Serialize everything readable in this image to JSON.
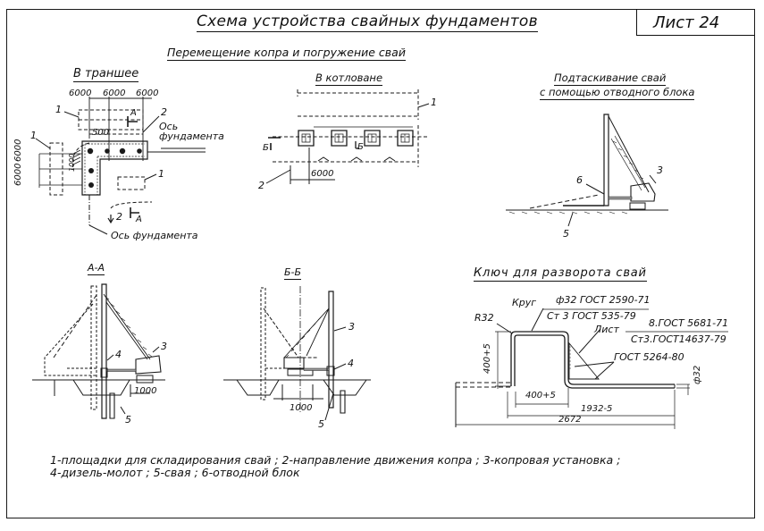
{
  "sheet": {
    "title": "Схема устройства свайных фундаментов",
    "sheet_label": "Лист 24",
    "subtitle": "Перемещение копра и погружение свай"
  },
  "views": {
    "trench": {
      "heading": "В траншее",
      "dims_top": [
        "6000",
        "6000",
        "6000"
      ],
      "dims_left": [
        "6000",
        "6000"
      ],
      "dim_500": "500",
      "dim_1000": "1000",
      "axis_label_right": [
        "Ось",
        "фундамента"
      ],
      "axis_label_bottom": "Ось фундамента",
      "callouts": [
        "1",
        "1",
        "1",
        "2",
        "2"
      ],
      "section_mark": "A"
    },
    "pit": {
      "heading": "В котловане",
      "dim": "6000",
      "callouts": [
        "1",
        "2"
      ],
      "section_mark": "Б"
    },
    "pulling": {
      "heading_line1": "Подтаскивание свай",
      "heading_line2": "с помощью отводного блока",
      "callouts": [
        "6",
        "3",
        "5"
      ]
    },
    "section_aa": {
      "heading": "А-А",
      "dim": "1000",
      "callouts": [
        "3",
        "4",
        "5"
      ]
    },
    "section_bb": {
      "heading": "Б-Б",
      "dim": "1000",
      "callouts": [
        "3",
        "4",
        "5"
      ]
    },
    "key": {
      "heading": "Ключ для разворота свай",
      "round_label": "Круг",
      "round_top": "ф32 ГОСТ 2590-71",
      "round_bottom": "Ст 3 ГОСТ 535-79",
      "radius": "R32",
      "sheet_label": "Лист",
      "sheet_top": "8.ГОСТ 5681-71",
      "sheet_bottom": "Ст3.ГОСТ14637-79",
      "weld": "ГОСТ 5264-80",
      "dim_height": "400+5",
      "dim_inner": "400+5",
      "dim_1932": "1932-5",
      "dim_2672": "2672",
      "dim_dia": "ф32"
    }
  },
  "legend": {
    "line1": "1-площадки для складирования свай ;  2-направление движения копра ;  3-копровая установка ;",
    "line2": "4-дизель-молот ;   5-свая ;   6-отводной блок"
  }
}
